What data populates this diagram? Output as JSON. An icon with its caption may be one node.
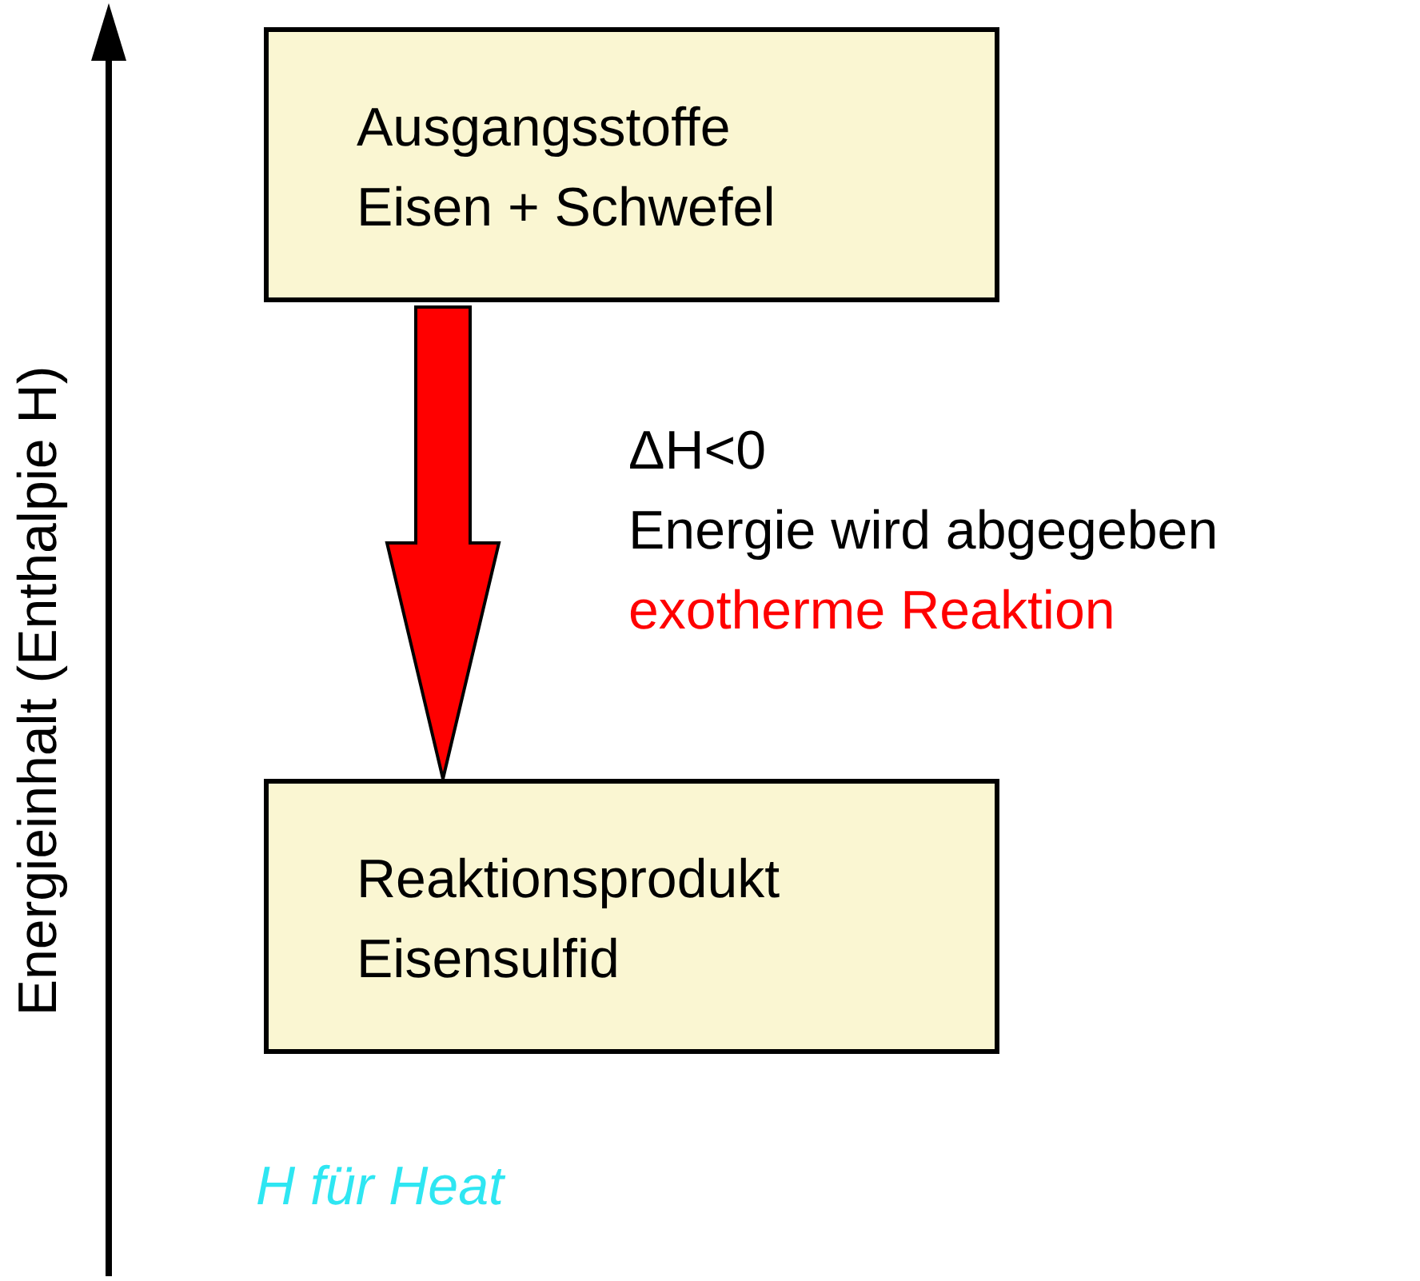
{
  "diagram": {
    "nodes": [
      {
        "text": [
          "Ausgangsstoffe",
          "Eisen + Schwefel"
        ]
      },
      {
        "text": [
          "Reaktionsprodukt",
          "Eisensulfid"
        ]
      }
    ],
    "edges": [
      {
        "from": 0,
        "to": 1,
        "arrow": "to",
        "style": "thick",
        "color": "#ff0000"
      }
    ],
    "labels": [
      "Energieinhalt (Enthalpie H)",
      "ΔH<0",
      "Energie wird abgegeben",
      "exotherme Reaktion",
      "H für Heat"
    ]
  }
}
